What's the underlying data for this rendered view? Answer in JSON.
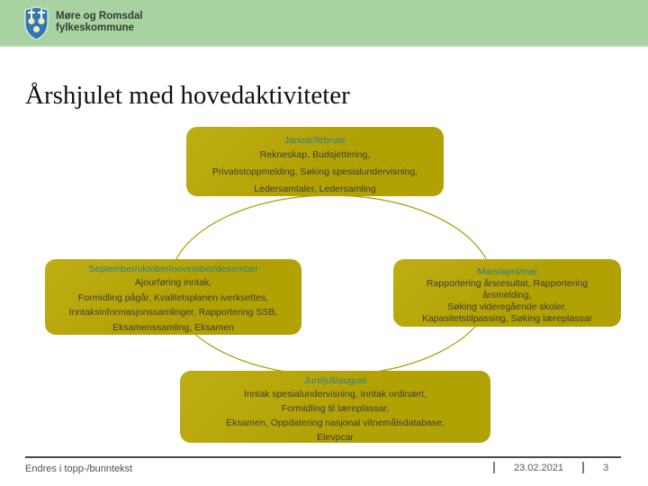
{
  "header": {
    "org_name_line1": "Møre og Romsdal",
    "org_name_line2": "fylkeskommune"
  },
  "title": "Årshjulet med hovedaktiviteter",
  "cycle": {
    "boxes": [
      {
        "position": "top",
        "month": "Januar/februar",
        "lines": [
          "Rekneskap, Budsjettering,",
          "Privatistoppmelding, Søking spesialundervisning,",
          "Ledersamtaler, Ledersamling"
        ]
      },
      {
        "position": "right",
        "month": "Mars/april/mai",
        "lines": [
          "Rapportering årsresultat, Rapportering",
          "årsmelding,",
          "Søking videregående skoler,",
          "Kapasitetstilpassing, Søking læreplassar"
        ]
      },
      {
        "position": "bottom",
        "month": "Juni/juli/august",
        "lines": [
          "Inntak spesialundervisning, Inntak ordinært,",
          "Formidling til læreplassar,",
          "Eksamen, Oppdatering nasjonal vitnemålsdatabase,",
          "Elevpcar"
        ]
      },
      {
        "position": "left",
        "month": "September/oktober/november/desember",
        "lines": [
          "Ajourføring inntak,",
          "Formidling pågår, Kvalitetsplanen iverksettes,",
          "Inntaksinformasjonssamlinger, Rapportering SSB,",
          "Eksamenssamling, Eksamen"
        ]
      }
    ]
  },
  "footer": {
    "placeholder_text": "Endres i topp-/bunntekst",
    "date": "23.02.2021",
    "page_number": "3"
  },
  "colors": {
    "header_green": "#a8d2a2",
    "box_gold": "#b3a307",
    "month_teal": "#2e7f86",
    "body_text": "#3d3d3d",
    "footer_gray": "#4f4f4f",
    "shield_blue": "#2f77b5",
    "ellipse_stroke": "#ac9c08"
  }
}
